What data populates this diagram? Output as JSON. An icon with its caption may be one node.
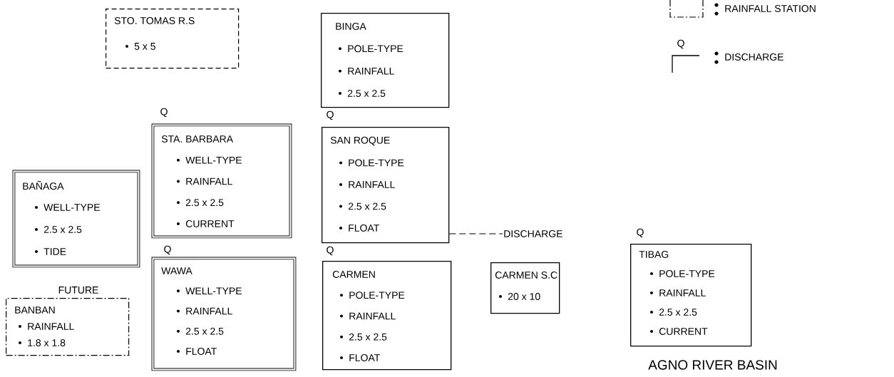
{
  "diagram": {
    "title": "AGNO RIVER BASIN",
    "nodes": [
      {
        "text": [
          "STO. TOMAS R.S",
          "5 x 5"
        ]
      },
      {
        "text": [
          "BINGA",
          "POLE-TYPE",
          "RAINFALL",
          "2.5 x 2.5"
        ]
      },
      {
        "text": [
          "STA. BARBARA",
          "WELL-TYPE",
          "RAINFALL",
          "2.5 x 2.5",
          "CURRENT"
        ],
        "beside": [
          "Q"
        ]
      },
      {
        "text": [
          "SAN ROQUE",
          "POLE-TYPE",
          "RAINFALL",
          "2.5 x 2.5",
          "FLOAT"
        ],
        "beside": [
          "Q"
        ]
      },
      {
        "text": [
          "BAÑAGA",
          "WELL-TYPE",
          "2.5 x 2.5",
          "TIDE"
        ]
      },
      {
        "text": [
          "WAWA",
          "WELL-TYPE",
          "RAINFALL",
          "2.5 x 2.5",
          "FLOAT"
        ],
        "beside": [
          "Q"
        ]
      },
      {
        "text": [
          "CARMEN",
          "POLE-TYPE",
          "RAINFALL",
          "2.5 x 2.5",
          "FLOAT"
        ],
        "beside": [
          "Q"
        ]
      },
      {
        "text": [
          "CARMEN S.C",
          "20 x 10"
        ]
      },
      {
        "text": [
          "TIBAG",
          "POLE-TYPE",
          "RAINFALL",
          "2.5 x 2.5",
          "CURRENT"
        ],
        "beside": [
          "Q"
        ]
      },
      {
        "text": [
          "BANBAN",
          "RAINFALL",
          "1.8 x 1.8"
        ],
        "beside": [
          "FUTURE"
        ]
      },
      {
        "text": [
          "DISCHARGE"
        ]
      }
    ],
    "edges": [
      {
        "from": 3,
        "to": 10,
        "arrow": "none",
        "style": "dashed"
      }
    ],
    "labels": [
      "Q"
    ],
    "legend": [
      {
        "text": "RAINFALL STATION"
      },
      {
        "text": "DISCHARGE"
      }
    ]
  }
}
